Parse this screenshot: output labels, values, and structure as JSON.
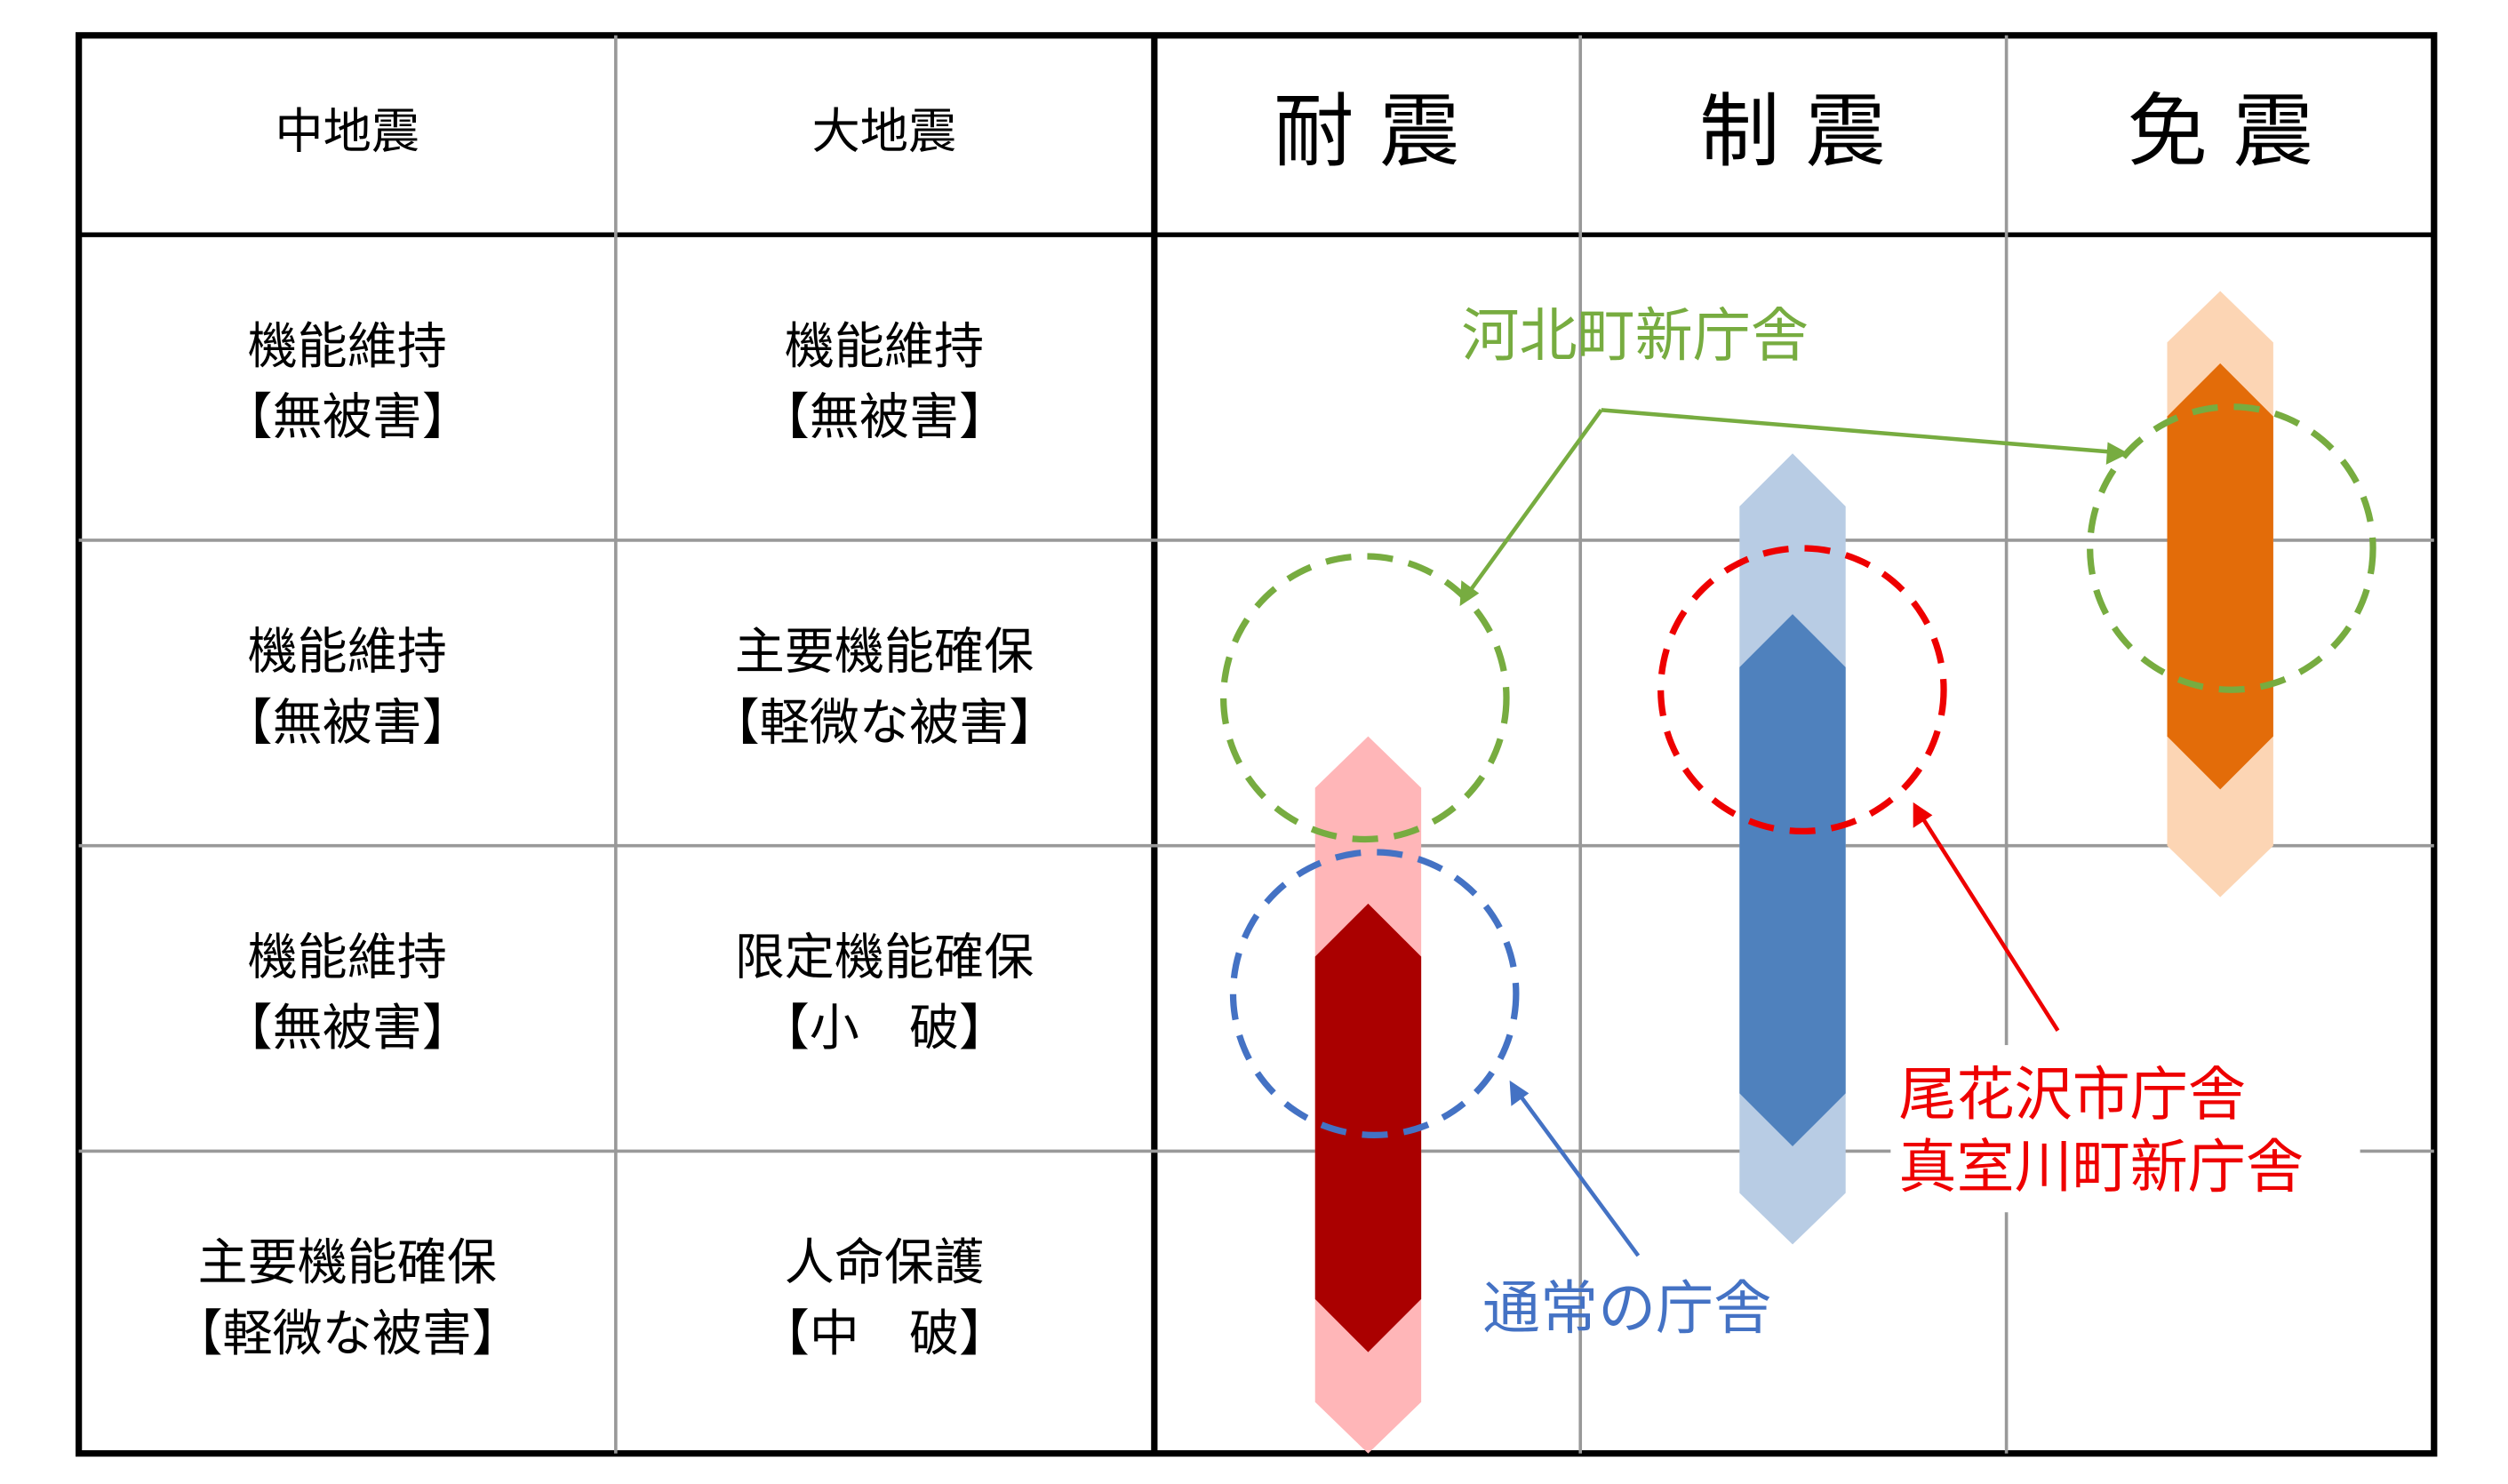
{
  "header": {
    "col_medium": "中地震",
    "col_large": "大地震",
    "col_taishin": "耐 震",
    "col_seishin": "制 震",
    "col_menshin": "免 震"
  },
  "rows": [
    {
      "medium": [
        "機能維持",
        "【無被害】"
      ],
      "large": [
        "機能維持",
        "【無被害】"
      ]
    },
    {
      "medium": [
        "機能維持",
        "【無被害】"
      ],
      "large": [
        "主要機能確保",
        "【軽微な被害】"
      ]
    },
    {
      "medium": [
        "機能維持",
        "【無被害】"
      ],
      "large": [
        "限定機能確保",
        "【小　破】"
      ]
    },
    {
      "medium": [
        "主要機能確保",
        "【軽微な被害】"
      ],
      "large": [
        "人命保護",
        "【中　破】"
      ]
    }
  ],
  "annotations": {
    "kahoku": "河北町新庁舎",
    "obanazawa_line1": "尾花沢市庁舎",
    "obanazawa_line2": "真室川町新庁舎",
    "normal": "通常の庁舎"
  },
  "colors": {
    "taishin_light": "#FFB6B8",
    "taishin_dark": "#AA0000",
    "seishin_light": "#B8CCE4",
    "seishin_dark": "#4F81BD",
    "menshin_light": "#FCD5B4",
    "menshin_dark": "#E36C09",
    "green": "#77AC40",
    "red": "#EE0000",
    "blue": "#4472C4"
  }
}
